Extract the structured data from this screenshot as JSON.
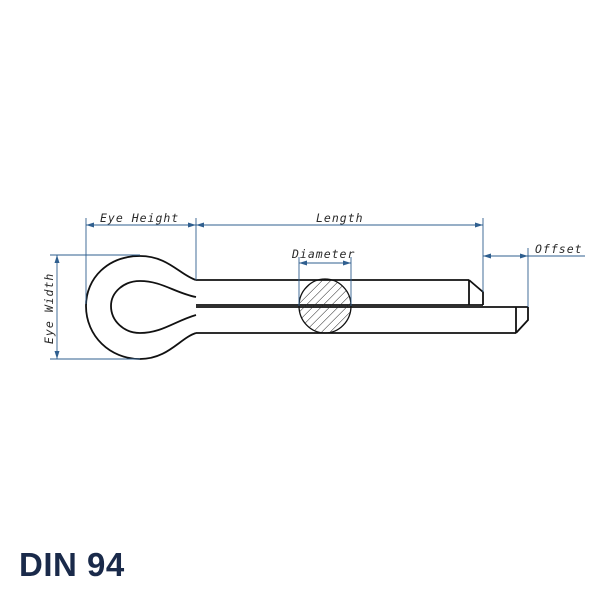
{
  "standard": "DIN 94",
  "labels": {
    "eye_height": "Eye Height",
    "length": "Length",
    "diameter": "Diameter",
    "offset": "Offset",
    "eye_width": "Eye Width"
  },
  "colors": {
    "outline": "#111111",
    "dimension": "#2f5f8f",
    "text": "#2a2a2a",
    "title": "#1a2a4a"
  }
}
